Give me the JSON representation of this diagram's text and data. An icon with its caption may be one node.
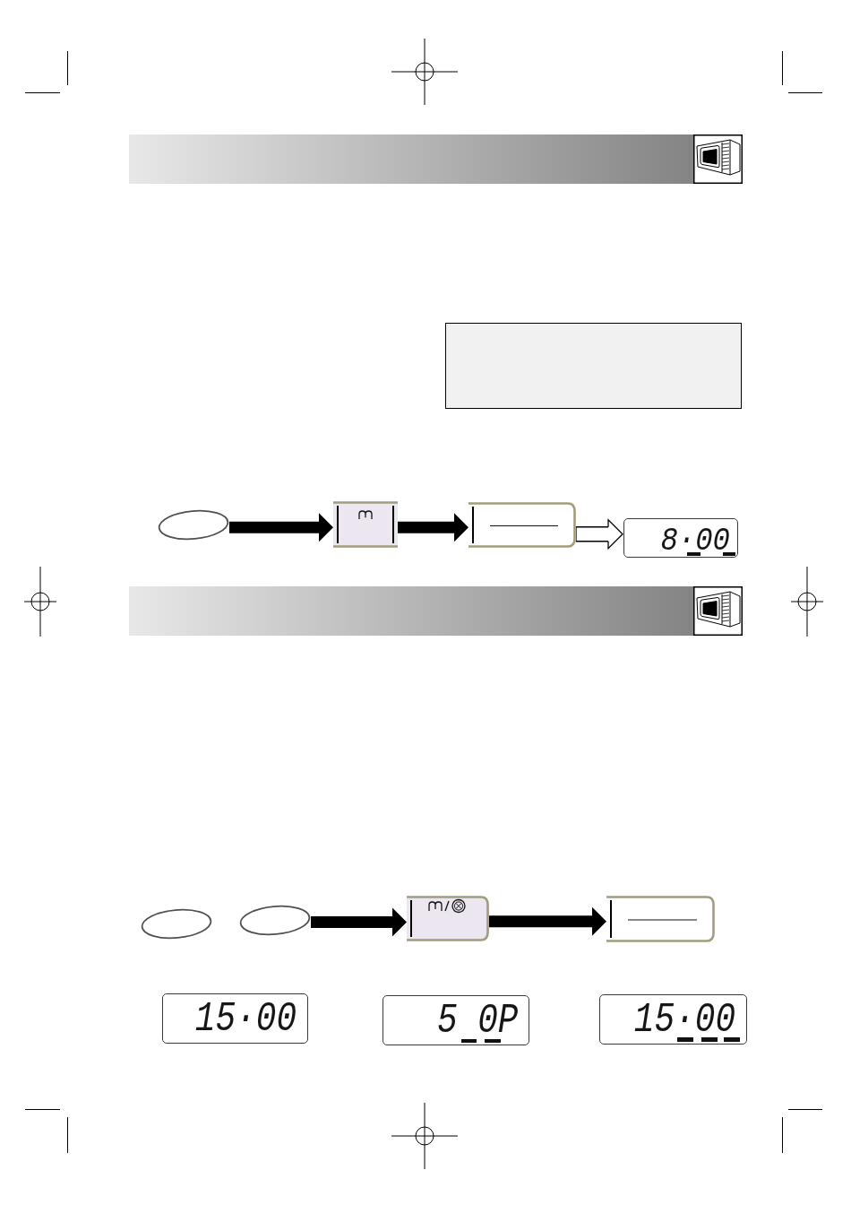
{
  "diagram": {
    "nodes": [
      {
        "text": [],
        "shape": "ellipse"
      },
      {
        "text": [],
        "shape": "box"
      },
      {
        "text": [],
        "shape": "box"
      },
      {
        "text": [
          "8·00"
        ]
      },
      {
        "text": [],
        "shape": "ellipse"
      },
      {
        "text": [],
        "shape": "ellipse"
      },
      {
        "text": [],
        "shape": "box"
      },
      {
        "text": [],
        "shape": "box"
      },
      {
        "text": [
          "15·00"
        ]
      },
      {
        "text": [
          "5 0P"
        ]
      },
      {
        "text": [
          "15·00"
        ]
      }
    ],
    "edges": [
      {
        "from": 0,
        "to": 1,
        "arrow": "to"
      },
      {
        "from": 1,
        "to": 2,
        "arrow": "to"
      },
      {
        "from": 2,
        "to": 3,
        "arrow": "to"
      },
      {
        "from": 5,
        "to": 6,
        "arrow": "to"
      },
      {
        "from": 6,
        "to": 7,
        "arrow": "to"
      }
    ]
  }
}
